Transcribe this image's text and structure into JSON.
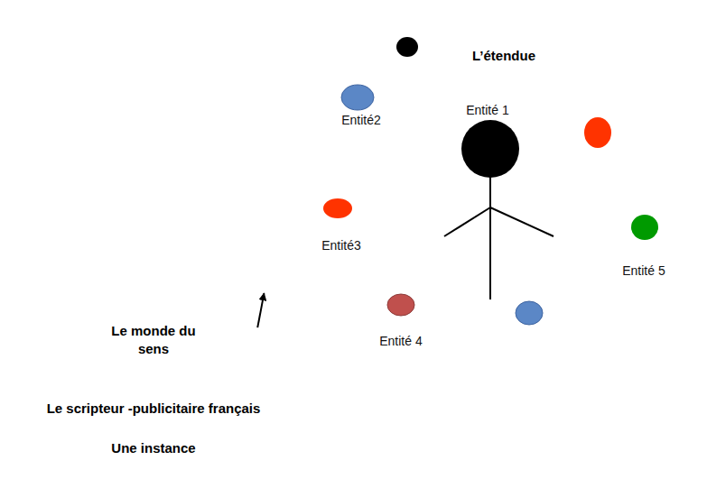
{
  "diagram": {
    "nodes": [
      {
        "text": [
          "L’étendue"
        ]
      },
      {
        "text": [
          "Le monde du sens",
          "Le scripteur -publicitaire français",
          "Une instance"
        ]
      }
    ],
    "edges": [
      {
        "from": 1,
        "to": 0,
        "arrow": "to"
      }
    ],
    "labels": [
      "Entité 1",
      "Entité2",
      "Entité3",
      "Entité 4",
      "Entité 5"
    ]
  }
}
